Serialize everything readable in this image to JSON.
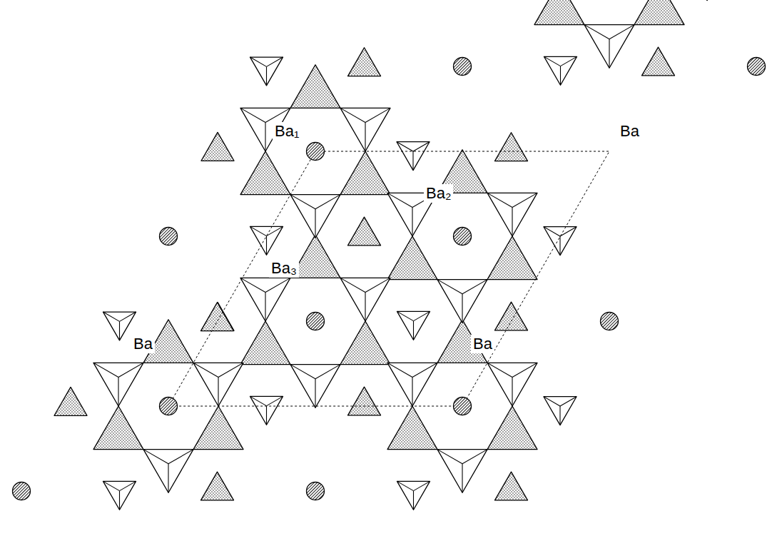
{
  "diagram": {
    "labels": [
      "Ba₁",
      "Ba",
      "Ba₂",
      "Ba₃",
      "Ba",
      "Ba"
    ]
  }
}
